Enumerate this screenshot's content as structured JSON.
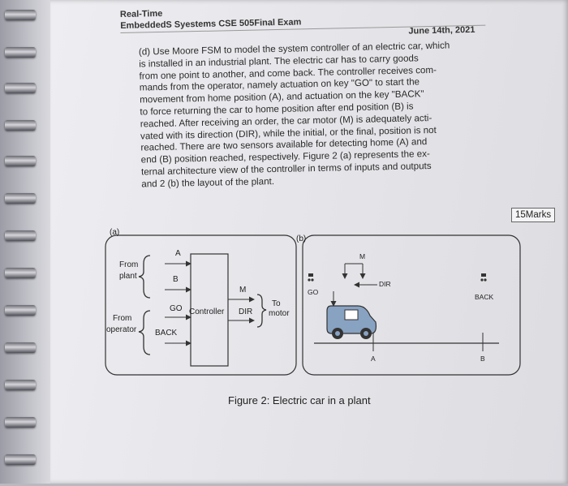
{
  "header": {
    "line1": "Real-Time",
    "line2": "EmbeddedS Syestems CSE 505Final Exam",
    "date": "June 14th, 2021"
  },
  "question": {
    "label": "(d)",
    "lines": [
      "Use Moore FSM to model the system controller of an electric car, which",
      "is installed in an industrial plant. The electric car has to carry goods",
      "from one point to another, and come back. The controller receives com-",
      "mands from the operator, namely actuation on key \"GO\" to start the",
      "movement from home position (A), and actuation on the key \"BACK\"",
      "to force returning the car to home position after end position (B) is",
      "reached. After receiving an order, the car motor (M) is adequately acti-",
      "vated with its direction (DIR), while the initial, or the final, position is not",
      "reached. There are two sensors available for detecting home (A) and",
      "end (B) position reached, respectively. Figure 2 (a) represents the ex-",
      "ternal architecture view of the controller in terms of inputs and outputs",
      "and 2 (b) the layout of the plant."
    ],
    "marks": "15Marks"
  },
  "figure": {
    "panel_a_label": "(a)",
    "panel_b_label": "(b)",
    "from_plant": [
      "From",
      "plant"
    ],
    "from_operator": [
      "From",
      "operator"
    ],
    "input_A": "A",
    "input_B": "B",
    "input_GO": "GO",
    "input_BACK": "BACK",
    "controller": "Controller",
    "output_M": "M",
    "output_DIR": "DIR",
    "to_motor": [
      "To",
      "motor"
    ],
    "b_GO": "GO",
    "b_M": "M",
    "b_DIR": "DIR",
    "b_BACK": "BACK",
    "b_A": "A",
    "b_B": "B",
    "caption": "Figure 2: Electric car in a plant"
  }
}
